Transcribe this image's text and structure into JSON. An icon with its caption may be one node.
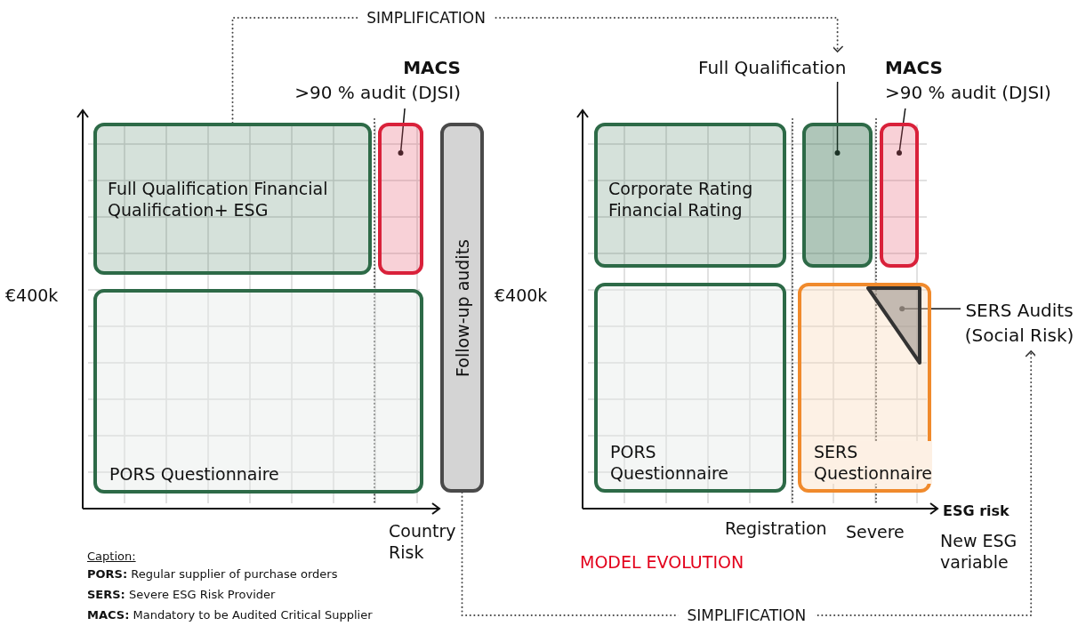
{
  "diagram": {
    "nodes": [
      {
        "text": [
          "Full Qualification Financial Qualification+ ESG"
        ]
      },
      {
        "text": [
          "PORS Questionnaire"
        ]
      },
      {
        "text": [],
        "shape": "box"
      },
      {
        "text": [
          "Follow-up audits"
        ]
      },
      {
        "text": [
          "MACS",
          ">90 % audit (DJSI)"
        ]
      },
      {
        "text": [
          "Corporate Rating Financial Rating"
        ]
      },
      {
        "text": [],
        "shape": "box"
      },
      {
        "text": [],
        "shape": "box"
      },
      {
        "text": [
          "PORS Questionnaire"
        ]
      },
      {
        "text": [
          "SERS Questionnaire"
        ]
      },
      {
        "text": [],
        "shape": "triangle",
        "in": 9
      },
      {
        "text": [
          "Full Qualification"
        ]
      },
      {
        "text": [
          "MACS",
          ">90 % audit (DJSI)"
        ]
      },
      {
        "text": [
          "SERS Audits (Social Risk)"
        ]
      }
    ],
    "edges": [
      {
        "from": 0,
        "to": 11,
        "arrow": "to",
        "label": "SIMPLIFICATION",
        "style": "dashed"
      },
      {
        "from": 3,
        "to": 13,
        "arrow": "to",
        "label": "SIMPLIFICATION",
        "style": "dashed"
      },
      {
        "from": 4,
        "to": 2,
        "arrow": "other"
      },
      {
        "from": 11,
        "to": 6,
        "arrow": "other"
      },
      {
        "from": 12,
        "to": 7,
        "arrow": "other"
      },
      {
        "from": 13,
        "to": 10,
        "arrow": "other"
      }
    ],
    "labels": [
      "€400k",
      "Country Risk",
      "€400k",
      "ESG risk",
      "Registration",
      "Severe",
      "New ESG variable",
      "MODEL EVOLUTION",
      "Caption:",
      "**PORS:** Regular supplier of purchase orders",
      "**SERS:** Severe ESG Risk Provider",
      "**MACS:** Mandatory to be Audited Critical Supplier"
    ]
  }
}
